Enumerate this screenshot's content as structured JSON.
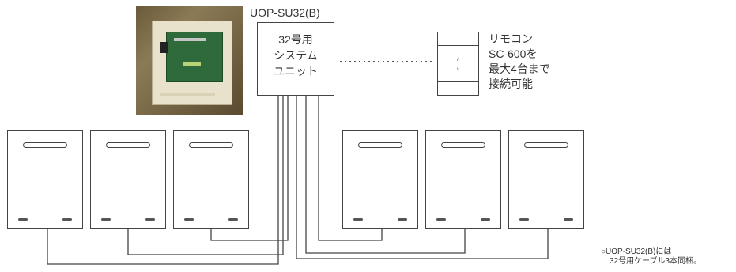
{
  "unit_model_label": "UOP-SU32(B)",
  "system_unit": {
    "line1": "32号用",
    "line2": "システム",
    "line3": "ユニット"
  },
  "remote": {
    "line1": "リモコン",
    "line2": "SC-600を",
    "line3": "最大4台まで",
    "line4": "接続可能",
    "up_arrow": "˄",
    "down_arrow": "˅"
  },
  "note": {
    "line1": "○UOP-SU32(B)には",
    "line2": "32号用ケーブル3本同梱。"
  },
  "colors": {
    "line": "#444444",
    "photo_board": "#2f6b3a"
  }
}
